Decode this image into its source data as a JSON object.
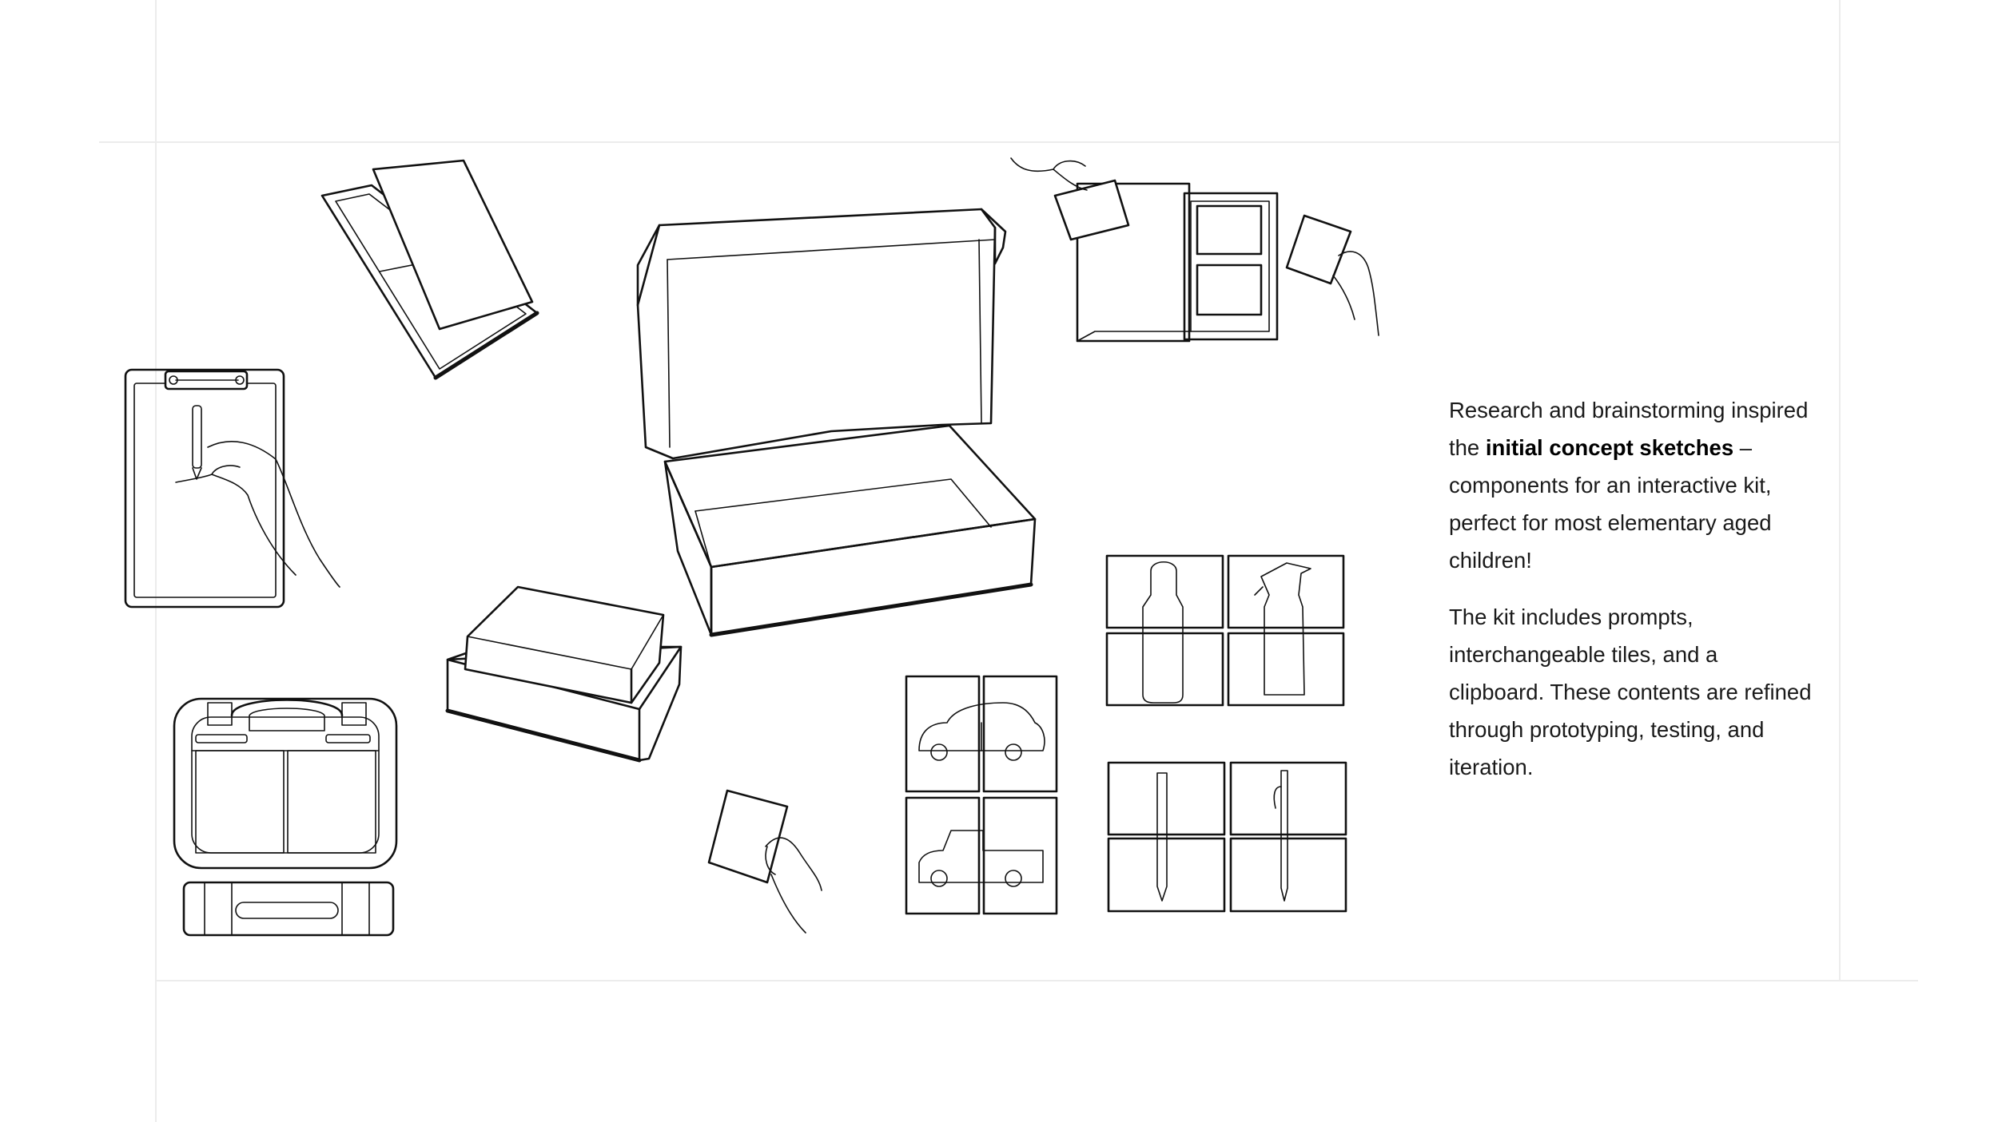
{
  "caption": {
    "p1_before": "Research and brainstorming inspired the ",
    "p1_bold": "initial concept sketches",
    "p1_after": " – components for an interactive kit, perfect for most elementary aged children!",
    "p2": "The kit includes prompts, interchangeable tiles, and a clipboard. These contents are refined through prototyping, testing, and iteration."
  }
}
